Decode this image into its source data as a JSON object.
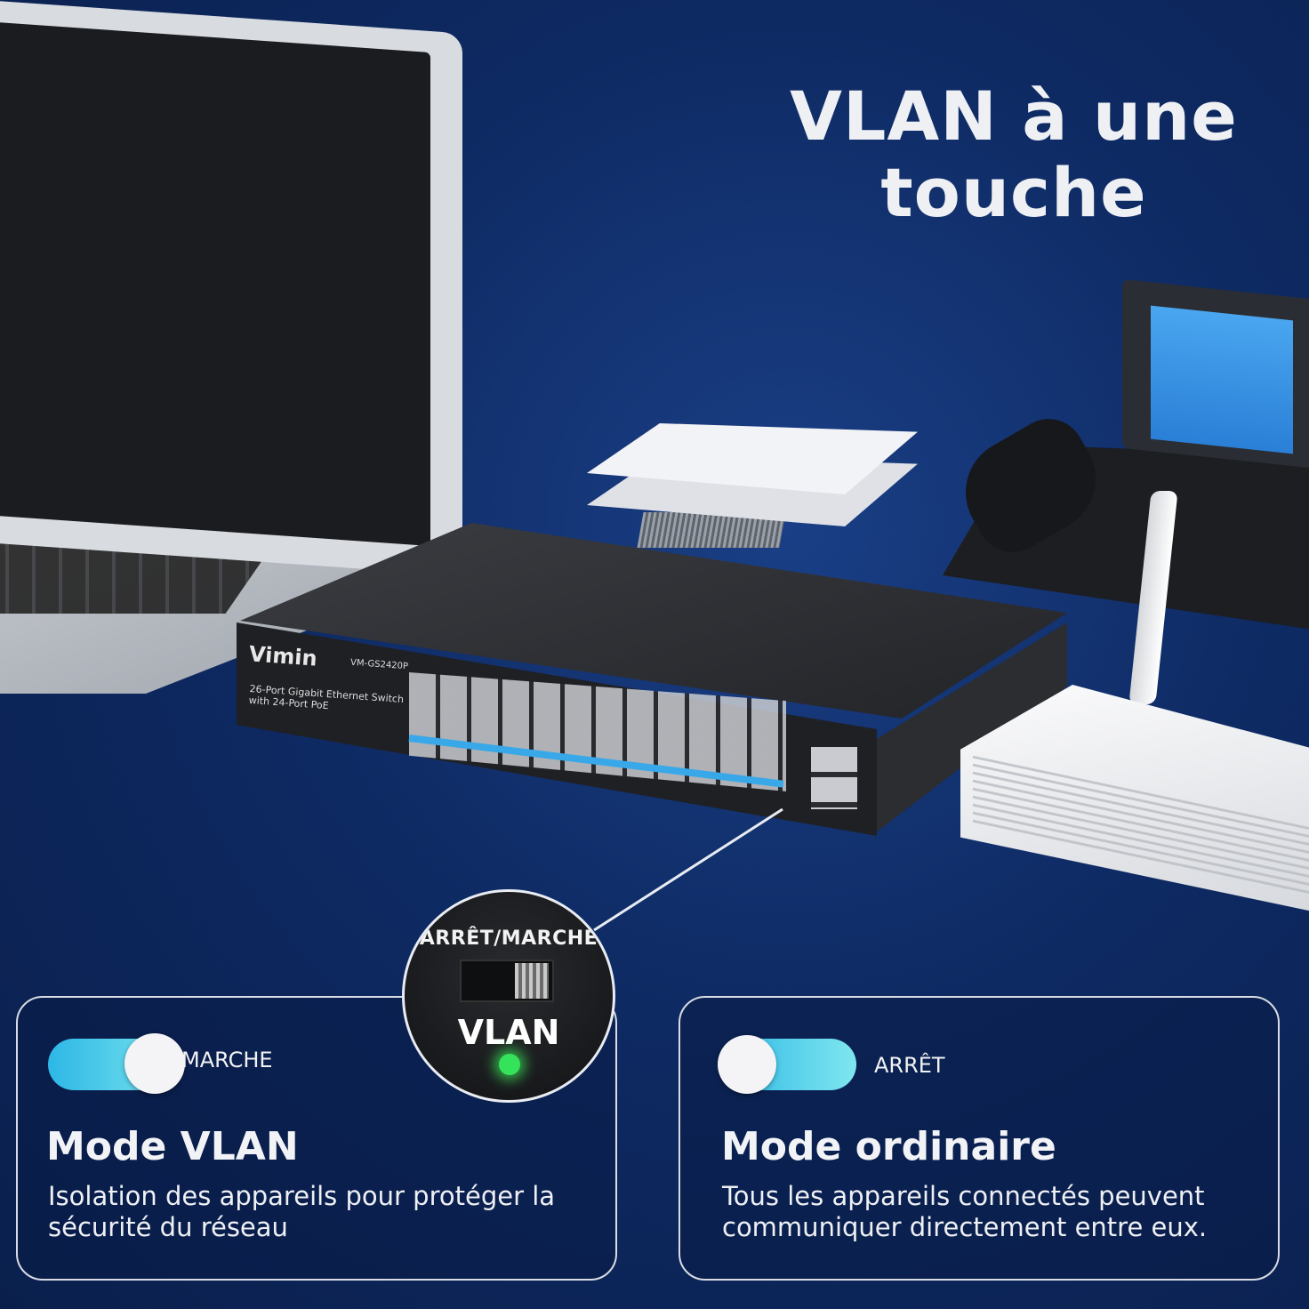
{
  "headline": {
    "line1": "VLAN à une",
    "line2": "touche"
  },
  "switch": {
    "brand": "Vimin",
    "model": "VM-GS2420P",
    "description_line1": "26-Port Gigabit Ethernet Switch",
    "description_line2": "with 24-Port PoE"
  },
  "callout": {
    "label": "ARRÊT/MARCHE",
    "switch_name": "VLAN"
  },
  "cards": {
    "vlan": {
      "toggle_state": "MARCHE",
      "title": "Mode VLAN",
      "desc_line1": "Isolation des appareils pour protéger la",
      "desc_line2": "sécurité du réseau"
    },
    "ordinary": {
      "toggle_state": "ARRÊT",
      "title": "Mode ordinaire",
      "desc_line1": "Tous les appareils connectés peuvent",
      "desc_line2": "communiquer directement entre eux."
    }
  },
  "colors": {
    "background": "#0e2a63",
    "toggle_gradient_start": "#2db7e6",
    "toggle_gradient_end": "#7fe7ef",
    "led_green": "#35e35a"
  }
}
